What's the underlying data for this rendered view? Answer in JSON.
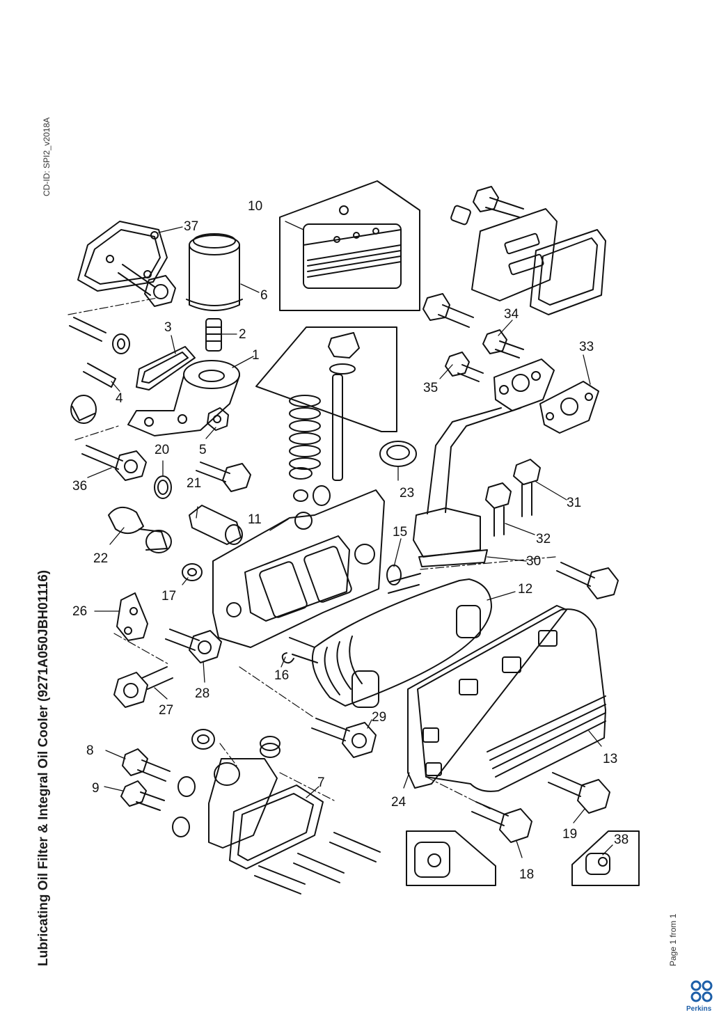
{
  "page": {
    "title": "Lubricating Oil Filter & Integral Oil Cooler (9271A050JBH01116)",
    "cd_id": "CD-ID: SPI2_v2018A",
    "page_info": "Page 1 from 1",
    "brand": "Perkins",
    "brand_color": "#1d5fa8"
  },
  "callouts": {
    "n1": "1",
    "n2": "2",
    "n3": "3",
    "n4": "4",
    "n5": "5",
    "n6": "6",
    "n7": "7",
    "n8": "8",
    "n9": "9",
    "n10": "10",
    "n11": "11",
    "n12": "12",
    "n13": "13",
    "n15": "15",
    "n16": "16",
    "n17": "17",
    "n18": "18",
    "n19": "19",
    "n20": "20",
    "n21": "21",
    "n22": "22",
    "n23": "23",
    "n24": "24",
    "n26": "26",
    "n27": "27",
    "n28": "28",
    "n29": "29",
    "n30": "30",
    "n31": "31",
    "n32": "32",
    "n33": "33",
    "n34": "34",
    "n35": "35",
    "n36": "36",
    "n37": "37",
    "n38": "38"
  }
}
